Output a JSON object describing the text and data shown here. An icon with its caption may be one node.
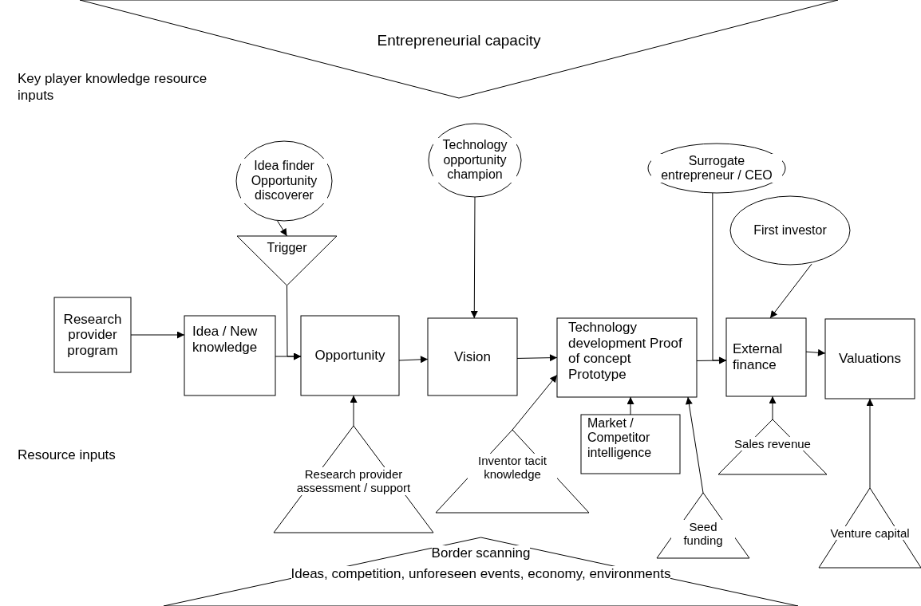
{
  "diagram": {
    "nodes": [
      {
        "text": [
          "Entrepreneurial capacity"
        ]
      },
      {
        "text": [
          "Idea finder Opportunity discoverer"
        ]
      },
      {
        "text": [
          "Technology opportunity champion"
        ]
      },
      {
        "text": [
          "Surrogate entrepreneur / CEO"
        ]
      },
      {
        "text": [
          "Trigger"
        ]
      },
      {
        "text": [
          "First investor"
        ]
      },
      {
        "text": [
          "Research provider program"
        ]
      },
      {
        "text": [
          "Idea / New knowledge"
        ]
      },
      {
        "text": [
          "Opportunity"
        ]
      },
      {
        "text": [
          "Vision"
        ]
      },
      {
        "text": [
          "Technology development Proof of concept Prototype"
        ]
      },
      {
        "text": [
          "External finance"
        ]
      },
      {
        "text": [
          "Valuations"
        ]
      },
      {
        "text": [
          "Market / Competitor intelligence"
        ]
      },
      {
        "text": [
          "Research provider assessment / support"
        ]
      },
      {
        "text": [
          "Inventor tacit knowledge"
        ]
      },
      {
        "text": [
          "Sales revenue"
        ]
      },
      {
        "text": [
          "Seed funding"
        ]
      },
      {
        "text": [
          "Venture capital"
        ]
      },
      {
        "text": [
          "Border scanning",
          "Ideas, competition, unforeseen events, economy, environments"
        ]
      }
    ],
    "edges": [
      {
        "from": 6,
        "to": 7,
        "arrow": "to"
      },
      {
        "from": 7,
        "to": 8,
        "arrow": "to"
      },
      {
        "from": 8,
        "to": 9,
        "arrow": "to"
      },
      {
        "from": 9,
        "to": 10,
        "arrow": "to"
      },
      {
        "from": 10,
        "to": 11,
        "arrow": "to"
      },
      {
        "from": 11,
        "to": 12,
        "arrow": "to"
      },
      {
        "from": 1,
        "to": 4,
        "arrow": "to"
      },
      {
        "from": 4,
        "to": 8,
        "arrow": "to"
      },
      {
        "from": 2,
        "to": 9,
        "arrow": "to"
      },
      {
        "from": 3,
        "to": 11,
        "arrow": "to"
      },
      {
        "from": 5,
        "to": 11,
        "arrow": "to"
      },
      {
        "from": 14,
        "to": 8,
        "arrow": "to"
      },
      {
        "from": 15,
        "to": 10,
        "arrow": "to"
      },
      {
        "from": 13,
        "to": 10,
        "arrow": "to"
      },
      {
        "from": 17,
        "to": 10,
        "arrow": "to"
      },
      {
        "from": 16,
        "to": 11,
        "arrow": "to"
      },
      {
        "from": 18,
        "to": 12,
        "arrow": "to"
      }
    ],
    "labels": [
      "Key player knowledge resource inputs",
      "Resource inputs"
    ]
  }
}
